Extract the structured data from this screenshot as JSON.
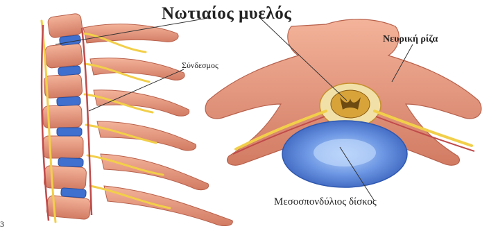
{
  "labels": {
    "spinal_cord": "Νωτιαίος μυελός",
    "nerve_root": "Νευρική ρίζα",
    "ligament": "Σύνδεσμος",
    "disc": "Μεσοσπονδύλιος δίσκος",
    "corner_mark": "3"
  },
  "colors": {
    "bone": "#e89a7e",
    "bone_dark": "#c9705a",
    "disc_blue": "#4f7fd8",
    "disc_light": "#8fb4f0",
    "nerve_yellow": "#f2cf4a",
    "cord": "#d8a43a",
    "ligament_red": "#c04a4a"
  }
}
